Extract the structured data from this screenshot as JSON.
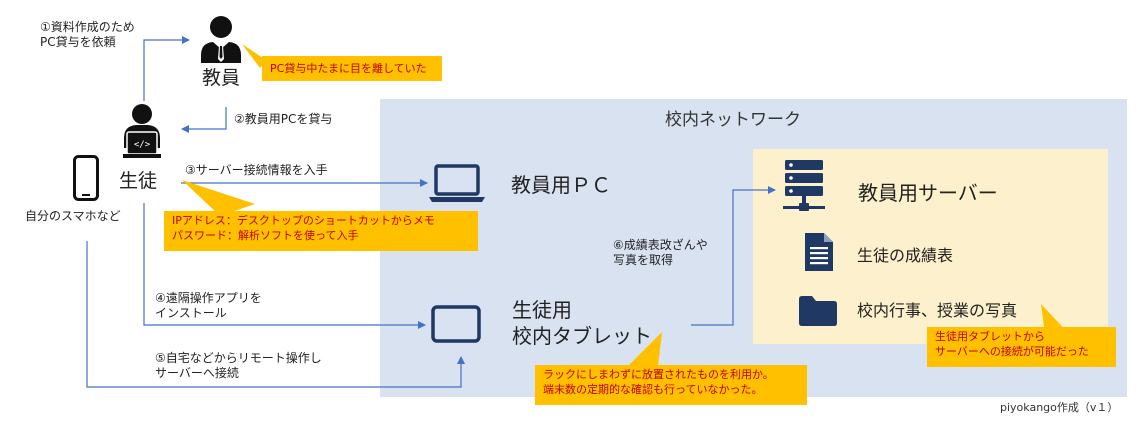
{
  "network": {
    "title": "校内ネットワーク",
    "teacher_pc": "教員用ＰＣ",
    "tablet_line1": "生徒用",
    "tablet_line2": "校内タブレット"
  },
  "server": {
    "title": "教員用サーバー",
    "grades": "生徒の成績表",
    "photos": "校内行事、授業の写真"
  },
  "actors": {
    "teacher": "教員",
    "student": "生徒",
    "phone": "自分のスマホなど"
  },
  "steps": {
    "s1_line1": "①資料作成のため",
    "s1_line2": "PC貸与を依頼",
    "s2": "②教員用PCを貸与",
    "s3": "③サーバー接続情報を入手",
    "s4_line1": "④遠隔操作アプリを",
    "s4_line2": "インストール",
    "s5_line1": "⑤自宅などからリモート操作し",
    "s5_line2": "サーバーへ接続",
    "s6_line1": "⑥成績表改ざんや",
    "s6_line2": "写真を取得"
  },
  "notes": {
    "teacher_note": "PC貸与中たまに目を離していた",
    "info_line1": "IPアドレス：デスクトップのショートカットからメモ",
    "info_line2": "パスワード：解析ソフトを使って入手",
    "tablet_note_line1": "ラックにしまわずに放置されたものを利用か。",
    "tablet_note_line2": "端末数の定期的な確認も行っていなかった。",
    "server_note_line1": "生徒用タブレットから",
    "server_note_line2": "サーバーへの接続が可能だった"
  },
  "credit": "piyokango作成（v１）",
  "colors": {
    "network_bg": "#d9e2f1",
    "server_bg": "#fdf0cc",
    "note_bg": "#ffc000",
    "note_text": "#c00000",
    "arrow": "#4472c4",
    "icon_dark": "#1f3864"
  }
}
